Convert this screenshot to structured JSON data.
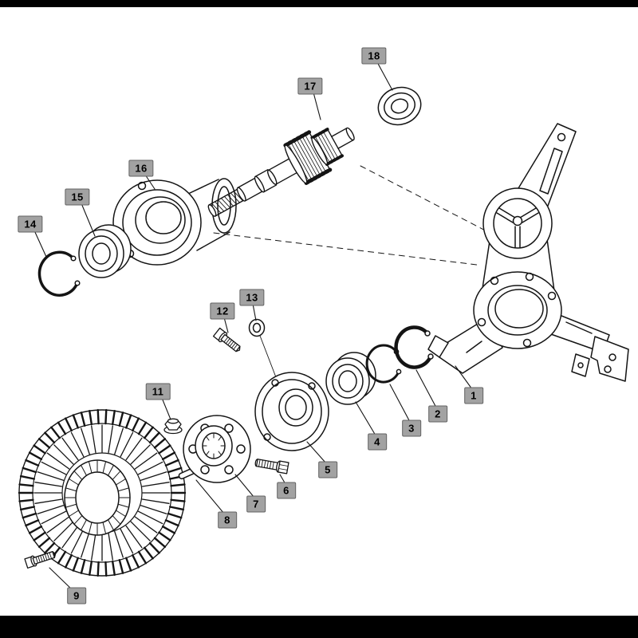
{
  "page": {
    "background_color": "#ffffff",
    "top_bar_color": "#000000",
    "bottom_bar_color": "#000000"
  },
  "diagram": {
    "kind": "exploded-parts-diagram",
    "label_style": {
      "background": "#a2a2a2",
      "border": "#636363",
      "text": "#000000"
    },
    "labels": [
      {
        "text": "1"
      },
      {
        "text": "2"
      },
      {
        "text": "3"
      },
      {
        "text": "4"
      },
      {
        "text": "5"
      },
      {
        "text": "6"
      },
      {
        "text": "7"
      },
      {
        "text": "8"
      },
      {
        "text": "9"
      },
      {
        "text": "11"
      },
      {
        "text": "12"
      },
      {
        "text": "13"
      },
      {
        "text": "14"
      },
      {
        "text": "15"
      },
      {
        "text": "16"
      },
      {
        "text": "17"
      },
      {
        "text": "18"
      }
    ]
  }
}
